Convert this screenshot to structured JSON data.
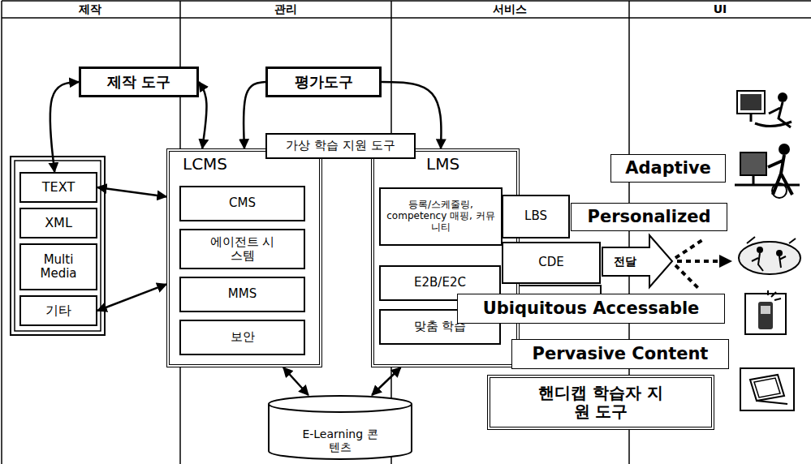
{
  "diagram": {
    "nodes": [
      {
        "text": [
          "제작 도구"
        ]
      },
      {
        "text": [
          "평가도구"
        ]
      },
      {
        "text": [
          "TEXT"
        ]
      },
      {
        "text": [
          "XML"
        ]
      },
      {
        "text": [
          "Multi Media"
        ]
      },
      {
        "text": [
          "기타"
        ]
      },
      {
        "text": [
          "가상 학습 지원 도구"
        ]
      },
      {
        "text": [
          "LCMS"
        ]
      },
      {
        "text": [
          "CMS"
        ],
        "in": 7
      },
      {
        "text": [
          "에이전트 시스템"
        ],
        "in": 7
      },
      {
        "text": [
          "MMS"
        ],
        "in": 7
      },
      {
        "text": [
          "보안"
        ],
        "in": 7
      },
      {
        "text": [
          "LMS"
        ]
      },
      {
        "text": [
          "등록/스케줄링, competency 매핑, 커뮤니티"
        ],
        "in": 12
      },
      {
        "text": [
          "E2B/E2C"
        ],
        "in": 12
      },
      {
        "text": [
          "맞춤 학습"
        ],
        "in": 12
      },
      {
        "text": [
          "LBS"
        ]
      },
      {
        "text": [
          "CDE"
        ]
      },
      {
        "text": [
          "Adaptive"
        ]
      },
      {
        "text": [
          "Personalized"
        ]
      },
      {
        "text": [
          "Ubiquitous Accessable"
        ]
      },
      {
        "text": [
          "Pervasive Content"
        ]
      },
      {
        "text": [
          "E-Learning 콘텐츠"
        ]
      },
      {
        "text": [
          "핸디캡 학습자 지원 도구"
        ]
      }
    ],
    "edges": [
      {
        "from": 0,
        "to": 2,
        "arrow": "both"
      },
      {
        "from": 0,
        "to": 7,
        "arrow": "both"
      },
      {
        "from": 1,
        "to": 7,
        "arrow": "to"
      },
      {
        "from": 1,
        "to": 12,
        "arrow": "to"
      },
      {
        "from": 2,
        "to": 7,
        "arrow": "both"
      },
      {
        "from": 5,
        "to": 7,
        "arrow": "both"
      },
      {
        "from": 7,
        "to": 22,
        "arrow": "both"
      },
      {
        "from": 12,
        "to": 22,
        "arrow": "both"
      }
    ],
    "labels": [
      "제작",
      "관리",
      "서비스",
      "UI",
      "전달"
    ]
  }
}
